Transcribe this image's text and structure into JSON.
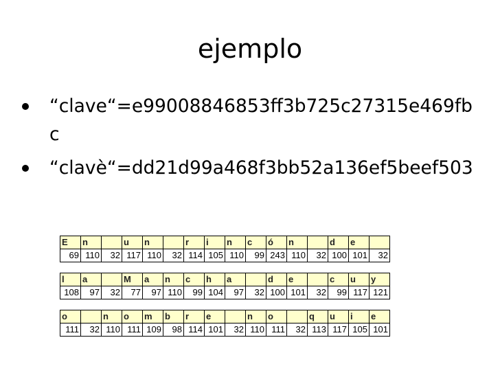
{
  "title": "ejemplo",
  "bullets": [
    "“clave“=e99008846853ff3b725c27315e469fbc",
    "“clavè“=dd21d99a468f3bb52a136ef5beef503"
  ],
  "tables": [
    {
      "chars": [
        "E",
        "n",
        "",
        "u",
        "n",
        "",
        "r",
        "i",
        "n",
        "c",
        "ó",
        "n",
        "",
        "d",
        "e",
        ""
      ],
      "codes": [
        "69",
        "110",
        "32",
        "117",
        "110",
        "32",
        "114",
        "105",
        "110",
        "99",
        "243",
        "110",
        "32",
        "100",
        "101",
        "32"
      ]
    },
    {
      "chars": [
        "l",
        "a",
        "",
        "M",
        "a",
        "n",
        "c",
        "h",
        "a",
        "",
        "d",
        "e",
        "",
        "c",
        "u",
        "y"
      ],
      "codes": [
        "108",
        "97",
        "32",
        "77",
        "97",
        "110",
        "99",
        "104",
        "97",
        "32",
        "100",
        "101",
        "32",
        "99",
        "117",
        "121"
      ]
    },
    {
      "chars": [
        "o",
        "",
        "n",
        "o",
        "m",
        "b",
        "r",
        "e",
        "",
        "n",
        "o",
        "",
        "q",
        "u",
        "i",
        "e"
      ],
      "codes": [
        "111",
        "32",
        "110",
        "111",
        "109",
        "98",
        "114",
        "101",
        "32",
        "110",
        "111",
        "32",
        "113",
        "117",
        "105",
        "101"
      ]
    }
  ]
}
